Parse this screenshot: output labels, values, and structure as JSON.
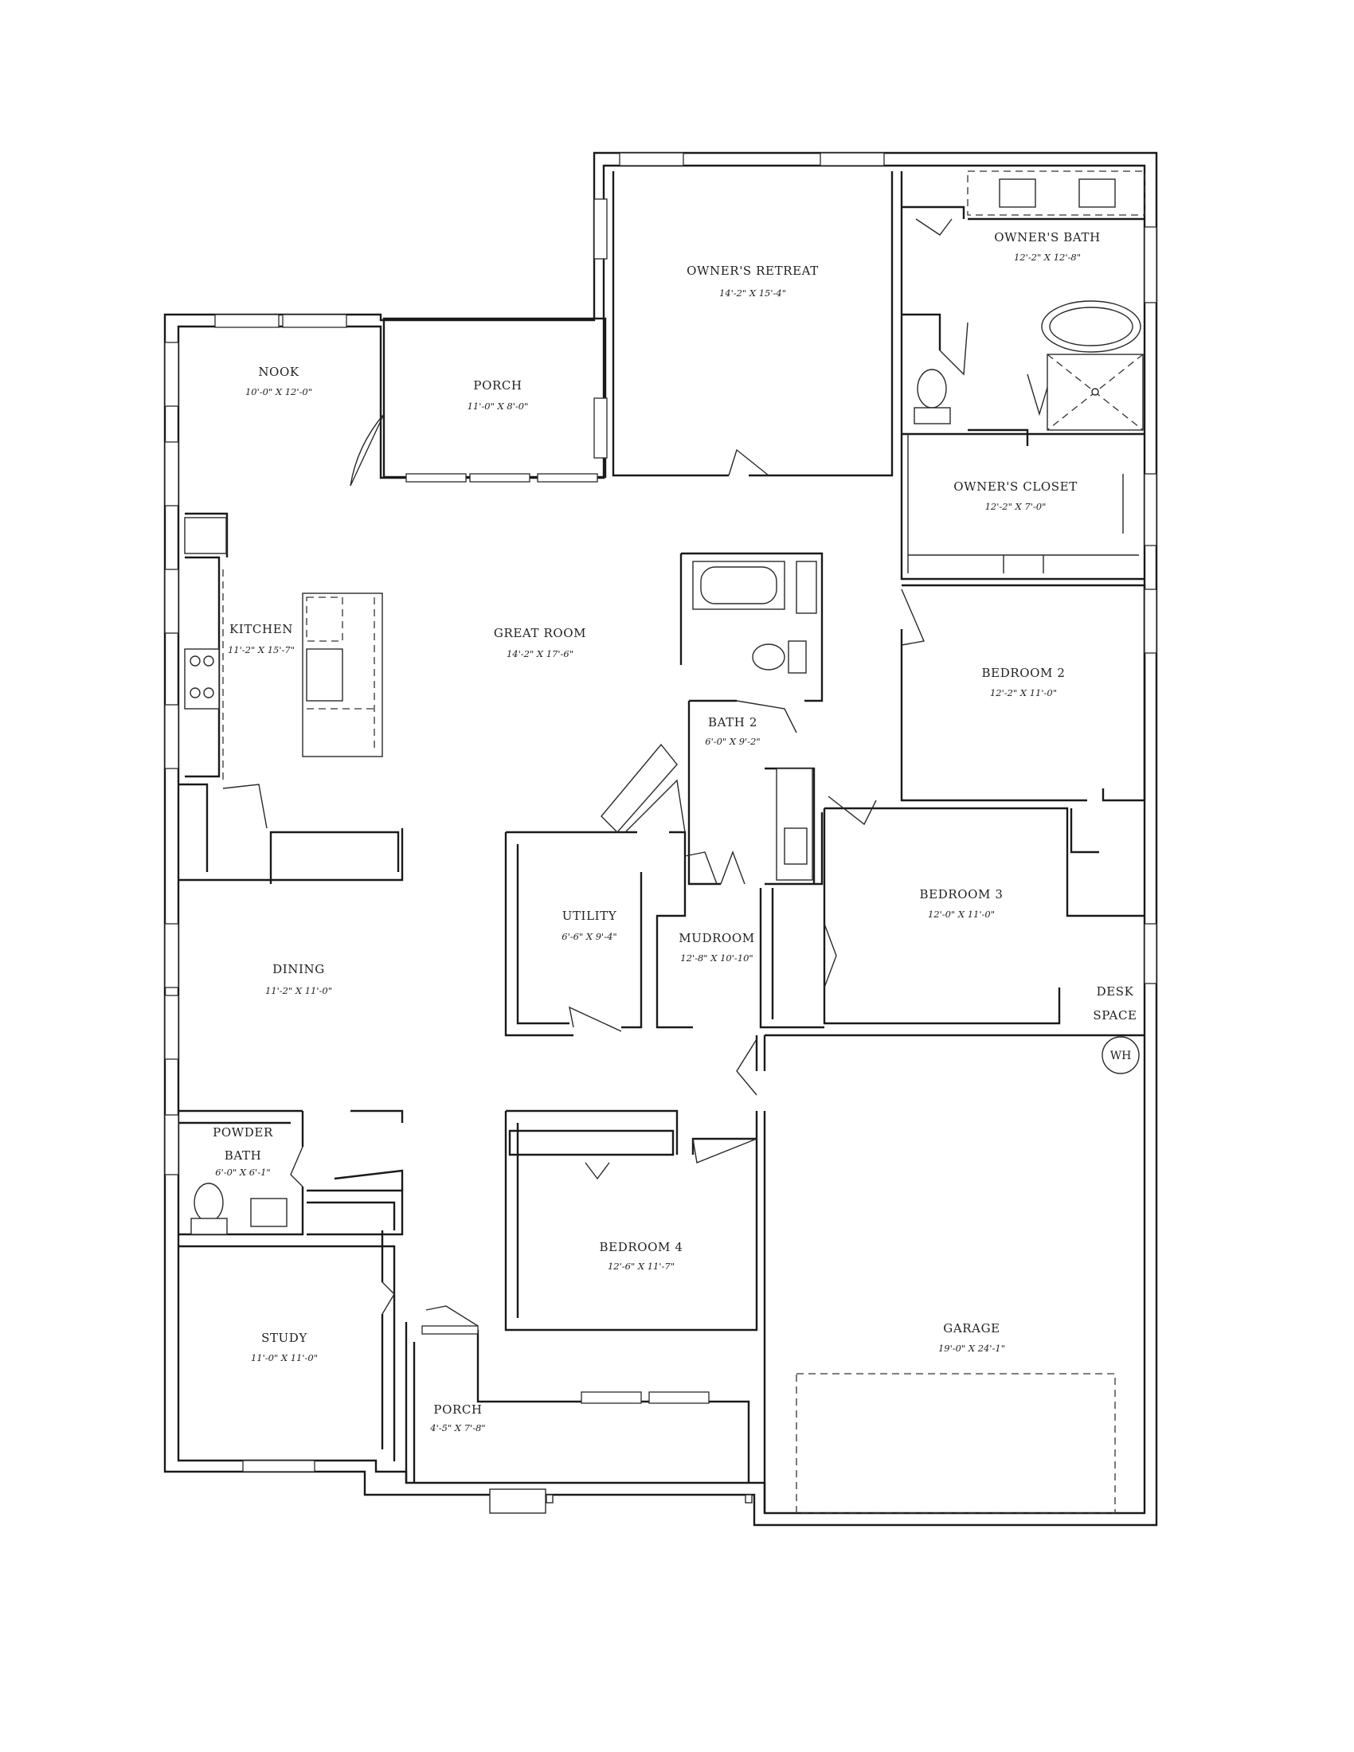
{
  "rooms": [
    {
      "key": "owners_retreat",
      "name": "OWNER'S RETREAT",
      "dims": "14'-2\" X 15'-4\""
    },
    {
      "key": "owners_bath",
      "name": "OWNER'S BATH",
      "dims": "12'-2\" X 12'-8\""
    },
    {
      "key": "nook",
      "name": "NOOK",
      "dims": "10'-0\" X 12'-0\""
    },
    {
      "key": "porch_rear",
      "name": "PORCH",
      "dims": "11'-0\" X 8'-0\""
    },
    {
      "key": "owners_closet",
      "name": "OWNER'S CLOSET",
      "dims": "12'-2\" X 7'-0\""
    },
    {
      "key": "kitchen",
      "name": "KITCHEN",
      "dims": "11'-2\" X 15'-7\""
    },
    {
      "key": "great_room",
      "name": "GREAT ROOM",
      "dims": "14'-2\" X 17'-6\""
    },
    {
      "key": "bedroom_2",
      "name": "BEDROOM 2",
      "dims": "12'-2\" X 11'-0\""
    },
    {
      "key": "bath_2",
      "name": "BATH 2",
      "dims": "6'-0\" X 9'-2\""
    },
    {
      "key": "bedroom_3",
      "name": "BEDROOM 3",
      "dims": "12'-0\" X 11'-0\""
    },
    {
      "key": "utility",
      "name": "UTILITY",
      "dims": "6'-6\" X 9'-4\""
    },
    {
      "key": "mudroom",
      "name": "MUDROOM",
      "dims": "12'-8\" X 10'-10\""
    },
    {
      "key": "dining",
      "name": "DINING",
      "dims": "11'-2\" X 11'-0\""
    },
    {
      "key": "desk_space",
      "name": "DESK",
      "name2": "SPACE",
      "dims": ""
    },
    {
      "key": "powder_bath",
      "name": "POWDER",
      "name2": "BATH",
      "dims": "6'-0\" X 6'-1\""
    },
    {
      "key": "bedroom_4",
      "name": "BEDROOM 4",
      "dims": "12'-6\" X 11'-7\""
    },
    {
      "key": "garage",
      "name": "GARAGE",
      "dims": "19'-0\" X 24'-1\""
    },
    {
      "key": "study",
      "name": "STUDY",
      "dims": "11'-0\" X 11'-0\""
    },
    {
      "key": "porch_front",
      "name": "PORCH",
      "dims": "4'-5\" X 7'-8\""
    }
  ],
  "water_heater": {
    "label": "WH"
  }
}
